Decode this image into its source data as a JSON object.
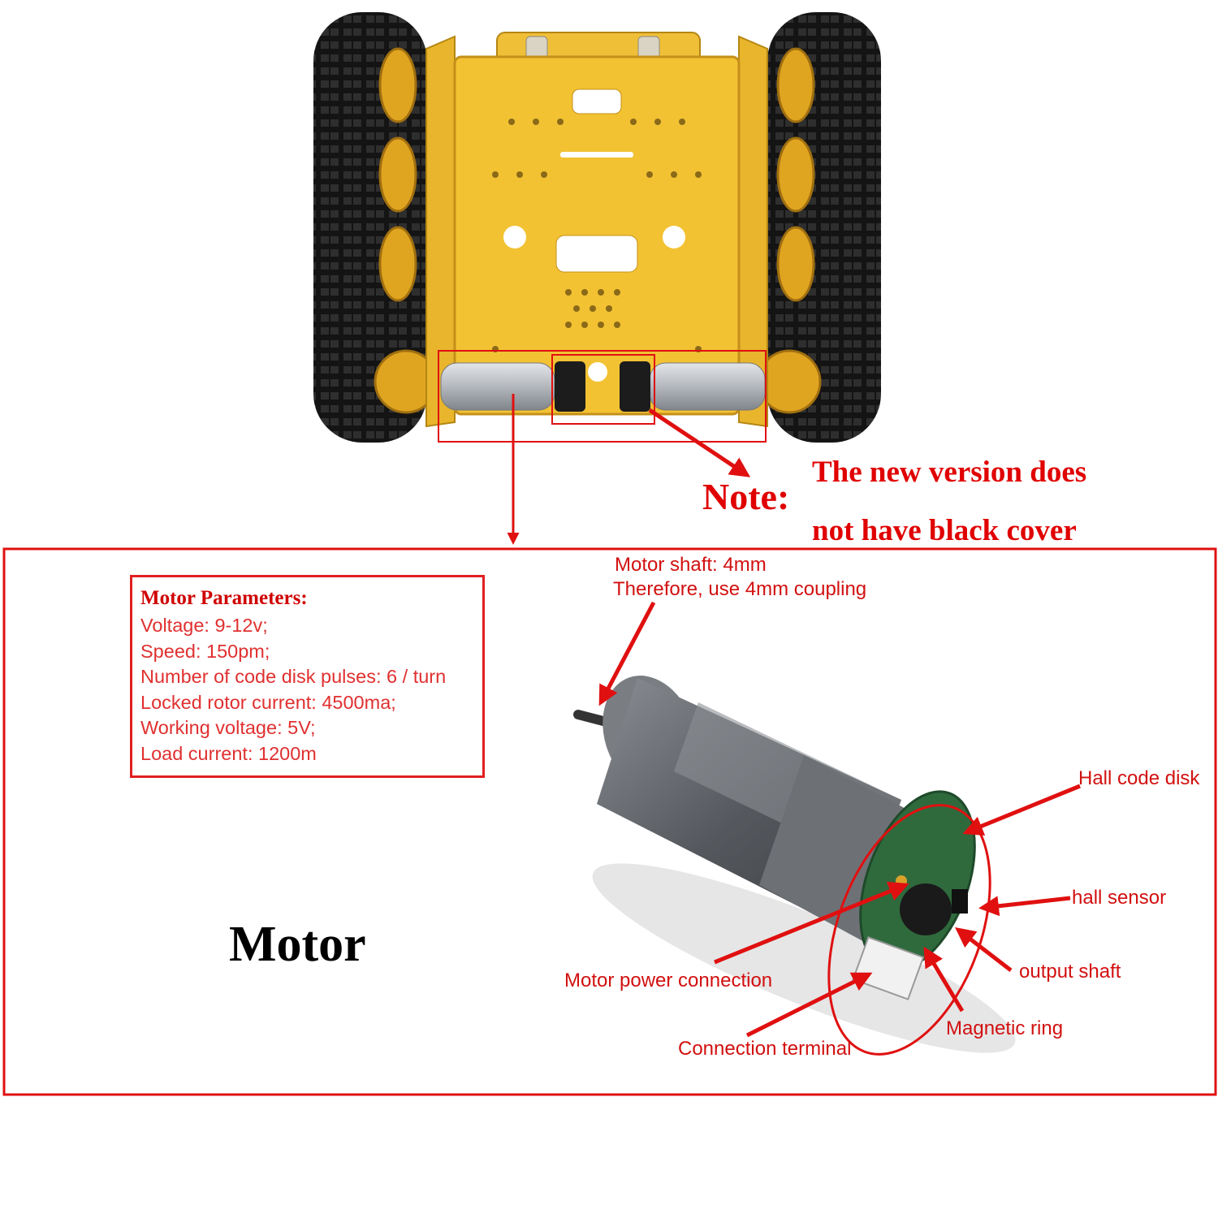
{
  "note": {
    "label": "Note:",
    "line1": "The new version does",
    "line2": "not have black cover"
  },
  "parameters": {
    "title": "Motor Parameters:",
    "items": [
      "Voltage: 9-12v;",
      "Speed: 150pm;",
      "Number of code disk pulses: 6 / turn",
      "Locked rotor current: 4500ma;",
      "Working voltage: 5V;",
      "Load current: 1200m"
    ]
  },
  "motor_title": "Motor",
  "callouts": {
    "shaft_line1": "Motor shaft: 4mm",
    "shaft_line2": "Therefore, use 4mm coupling",
    "hall_code_disk": "Hall code disk",
    "hall_sensor": "hall sensor",
    "output_shaft": "output shaft",
    "magnetic_ring": "Magnetic ring",
    "motor_power": "Motor power connection",
    "connection_terminal": "Connection terminal"
  },
  "colors": {
    "annotation_red": "#e01010",
    "chassis_yellow": "#f2c233",
    "track_black": "#1a1a1a",
    "motor_grey": "#6b6f74"
  }
}
